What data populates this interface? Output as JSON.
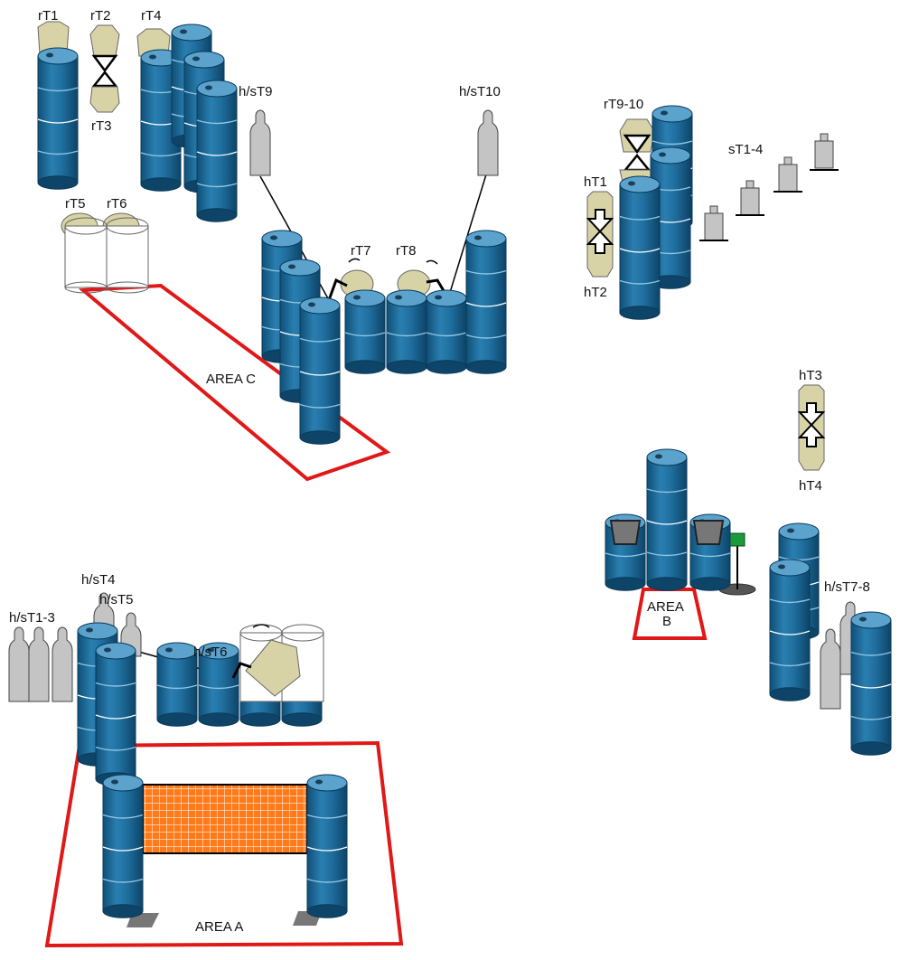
{
  "colors": {
    "barrel": "#1f6f9f",
    "barrel_dark": "#0f4f78",
    "barrel_light": "#5ba3cd",
    "target_tan": "#d8d3a6",
    "target_gray": "#c4c4c4",
    "area_border": "#e01818",
    "net_orange": "#ff7a1a",
    "timer_green": "#1a9a3a",
    "background": "#ffffff"
  },
  "labels": {
    "rT1": "rT1",
    "rT2": "rT2",
    "rT3": "rT3",
    "rT4": "rT4",
    "rT5": "rT5",
    "rT6": "rT6",
    "rT7": "rT7",
    "rT8": "rT8",
    "rT9_10": "rT9-10",
    "hsT9": "h/sT9",
    "hsT10": "h/sT10",
    "sT1_4": "sT1-4",
    "hT1": "hT1",
    "hT2": "hT2",
    "hT3": "hT3",
    "hT4": "hT4",
    "hsT1_3": "h/sT1-3",
    "hsT4": "h/sT4",
    "hsT5": "h/sT5",
    "hsT6": "h/sT6",
    "hsT7_8": "h/sT7-8"
  },
  "areas": {
    "area_a": "AREA A",
    "area_b_line1": "AREA",
    "area_b_line2": "B",
    "area_c": "AREA C"
  }
}
